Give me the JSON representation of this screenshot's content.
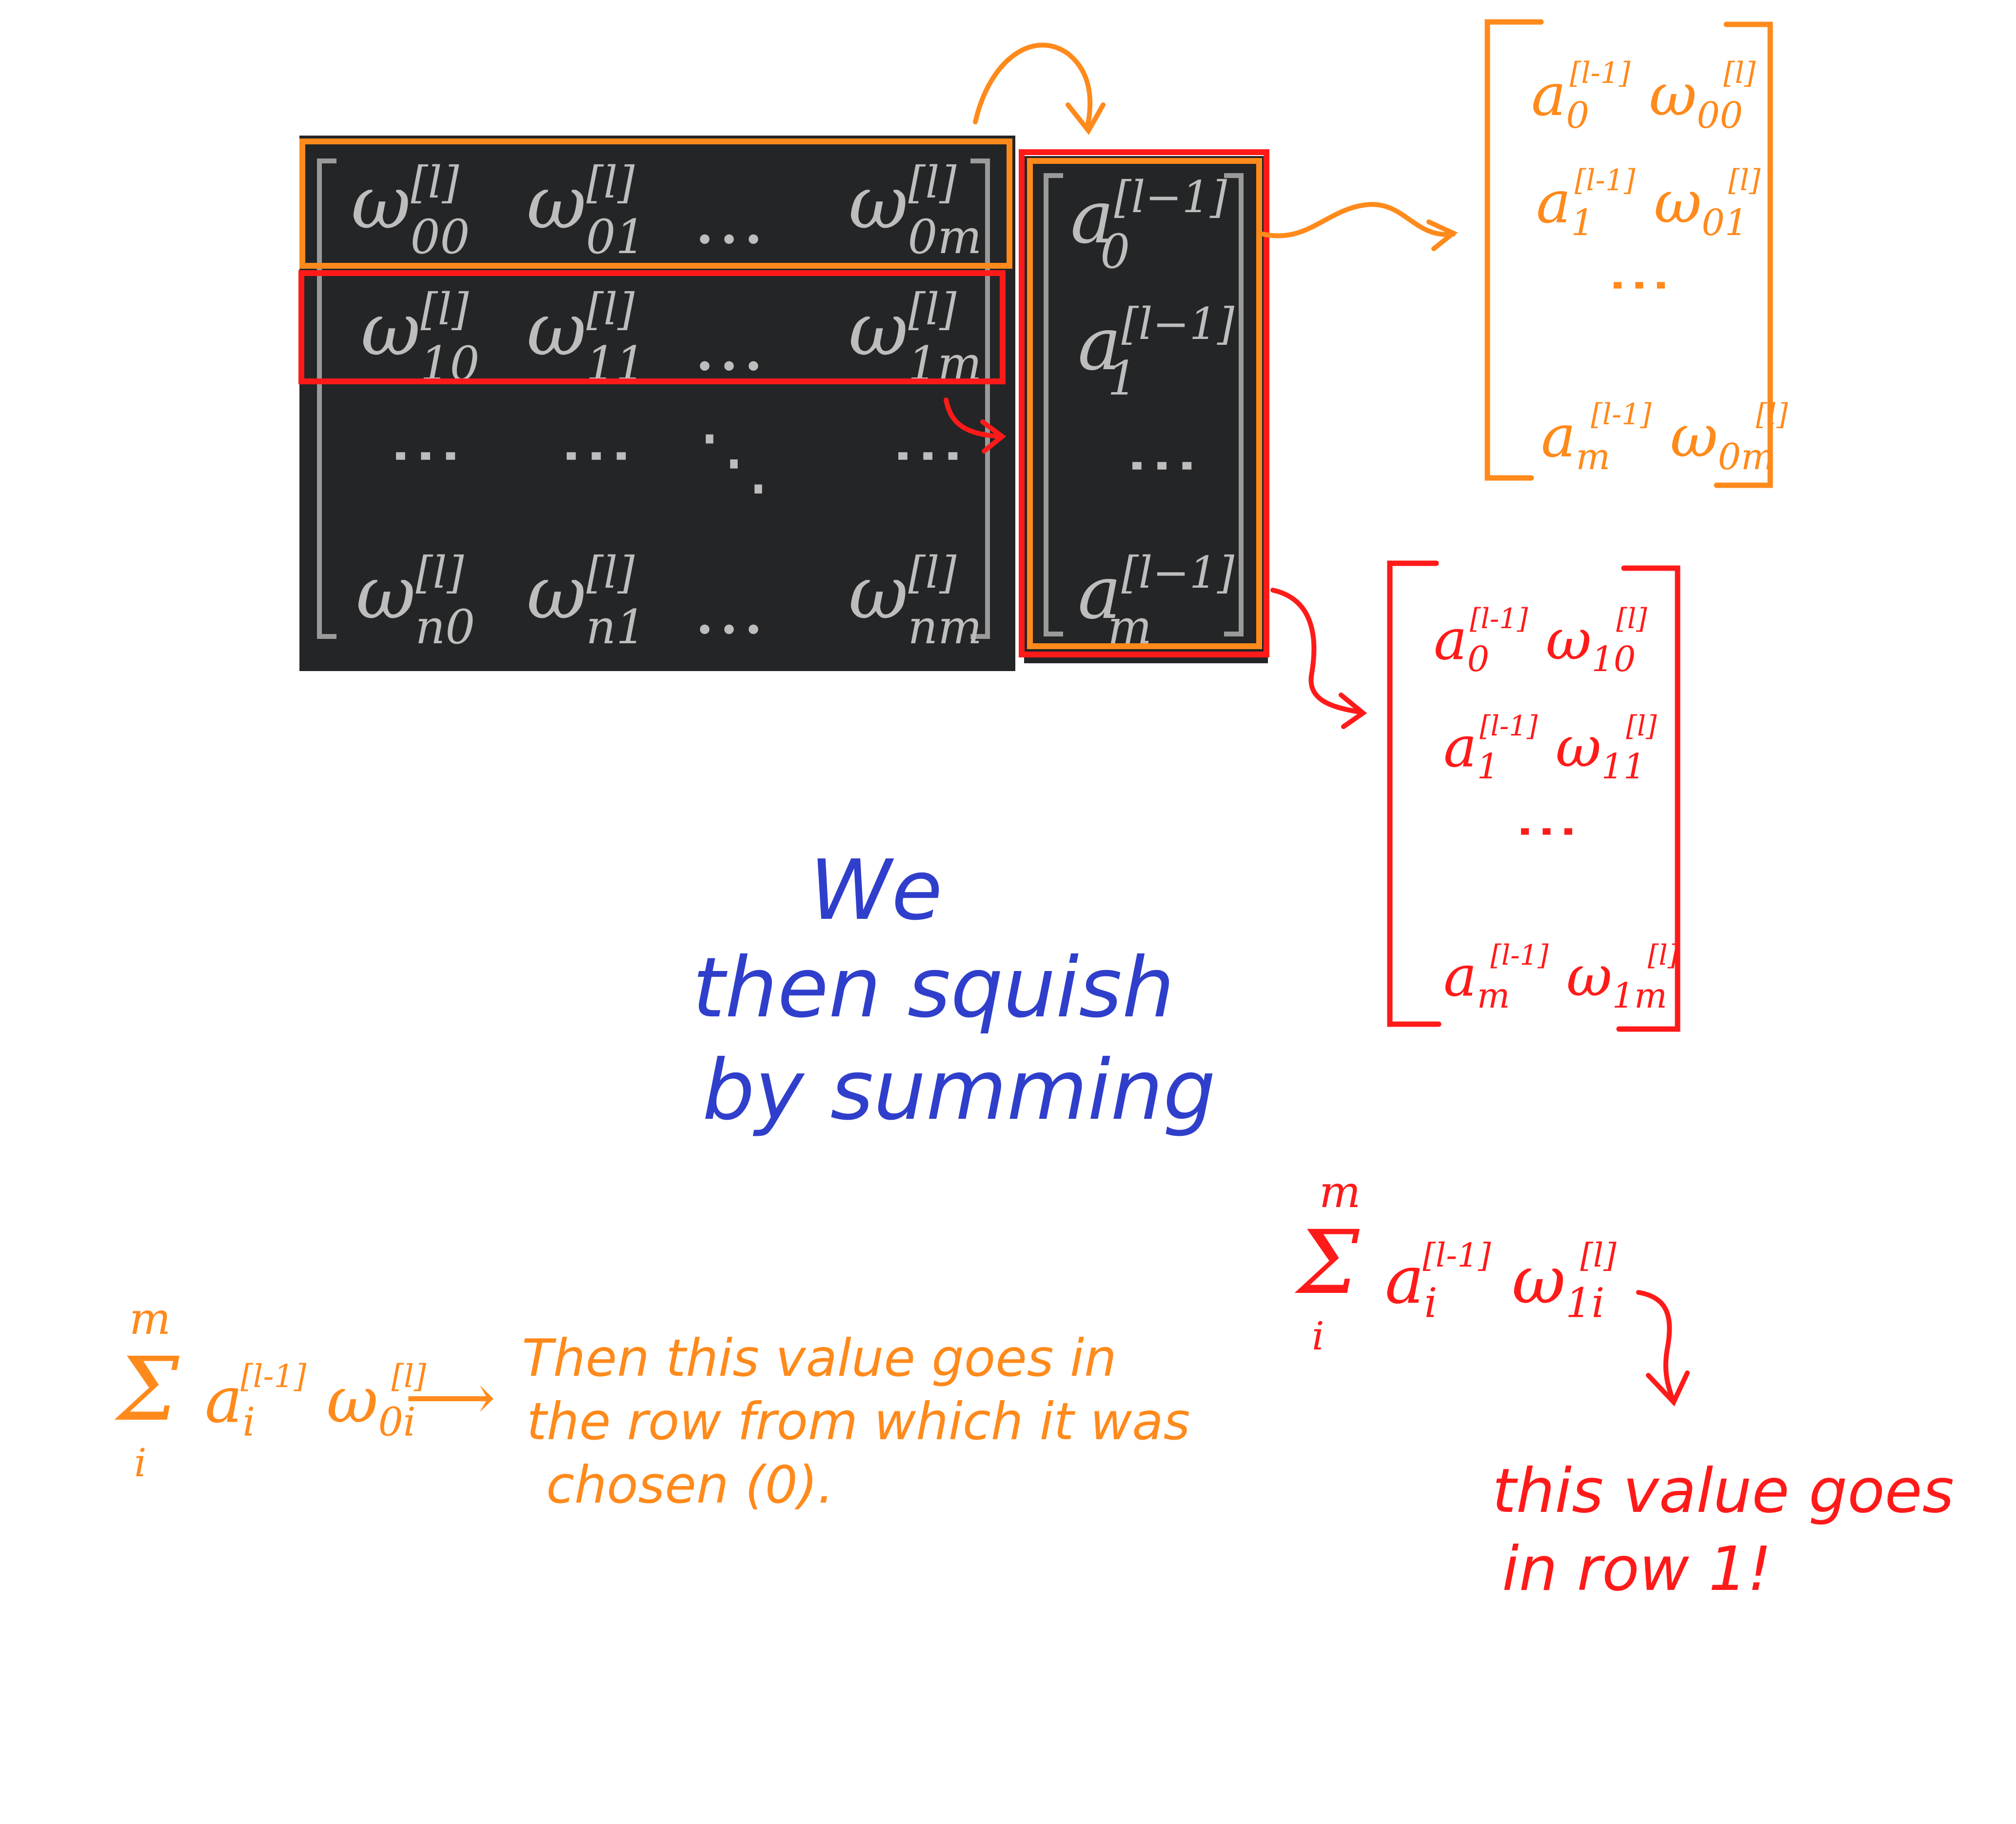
{
  "weight_matrix": {
    "row0": [
      "ω00[l]",
      "ω01[l]",
      "…",
      "ω0m[l]"
    ],
    "row1": [
      "ω10[l]",
      "ω11[l]",
      "…",
      "ω1m[l]"
    ],
    "rown": [
      "ωn0[l]",
      "ωn1[l]",
      "…",
      "ωnm[l]"
    ],
    "w": "ω",
    "sup": "[l]",
    "hdots": "…",
    "vdots": "⋮",
    "ddots": "⋱",
    "subs": {
      "r0": [
        "00",
        "01",
        "0m"
      ],
      "r1": [
        "10",
        "11",
        "1m"
      ],
      "rn": [
        "n0",
        "n1",
        "nm"
      ]
    }
  },
  "activation_vector": {
    "a": "a",
    "sup": "[l−1]",
    "subs": [
      "0",
      "1",
      "m"
    ],
    "vdots": "⋮"
  },
  "orange_result": {
    "rows": [
      {
        "a_sub": "0",
        "w_sub": "00"
      },
      {
        "a_sub": "1",
        "w_sub": "01"
      },
      {
        "a_sub": "m",
        "w_sub": "0m"
      }
    ],
    "a_sup": "[l-1]",
    "w_sup": "[l]",
    "vdots": "⋮"
  },
  "red_result": {
    "rows": [
      {
        "a_sub": "0",
        "w_sub": "10"
      },
      {
        "a_sub": "1",
        "w_sub": "11"
      },
      {
        "a_sub": "m",
        "w_sub": "1m"
      }
    ],
    "a_sup": "[l-1]",
    "w_sup": "[l]",
    "vdots": "⋮"
  },
  "notes": {
    "blue_line1": "We",
    "blue_line2": "then squish",
    "blue_line3": "by summing",
    "orange_sum": {
      "sigma": "Σ",
      "upper": "m",
      "lower": "i",
      "a": "a",
      "a_sub": "i",
      "a_sup": "[l-1]",
      "w": "ω",
      "w_sub": "0i",
      "w_sup": "[l]",
      "arrow": "⟶"
    },
    "orange_text_line1": "Then this value goes in",
    "orange_text_line2": "the row from which it was",
    "orange_text_line3": "chosen (0).",
    "red_sum": {
      "sigma": "Σ",
      "upper": "m",
      "lower": "i",
      "a": "a",
      "a_sub": "i",
      "a_sup": "[l-1]",
      "w": "ω",
      "w_sub": "1i",
      "w_sup": "[l]"
    },
    "red_text_line1": "this value goes",
    "red_text_line2": "in row 1!"
  },
  "colors": {
    "orange": "#ff8a1c",
    "red": "#ff1a1a",
    "blue": "#2f3fcb",
    "panel": "#242526",
    "matrix_text": "#bdbdbd"
  }
}
